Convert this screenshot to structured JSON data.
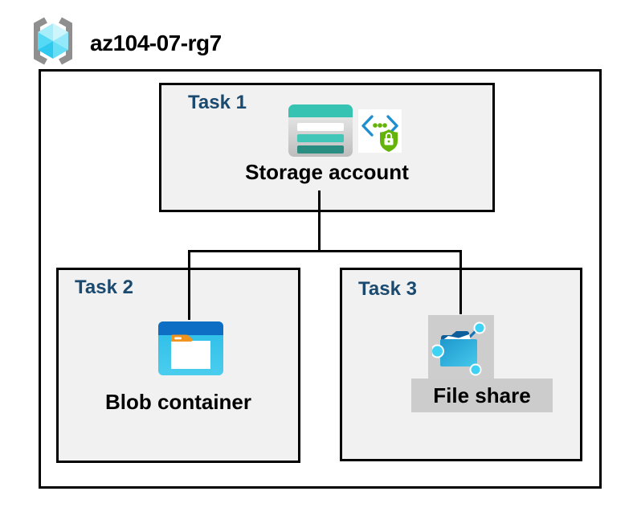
{
  "header": {
    "icon": "resource-group-icon",
    "resource_group_name": "az104-07-rg7"
  },
  "tasks": [
    {
      "label": "Task 1",
      "resource": "Storage account",
      "icons": [
        "storage-account-icon",
        "shared-access-signature-icon"
      ]
    },
    {
      "label": "Task 2",
      "resource": "Blob container",
      "icons": [
        "blob-container-icon"
      ]
    },
    {
      "label": "Task 3",
      "resource": "File share",
      "icons": [
        "file-share-icon"
      ]
    }
  ],
  "connections": [
    {
      "from": "Storage account",
      "to": "Blob container"
    },
    {
      "from": "Storage account",
      "to": "File share"
    }
  ],
  "colors": {
    "task_label": "#1b4a70",
    "box_fill": "#f1f1f1",
    "border": "#000000",
    "storage_teal": "#37c3b1",
    "storage_teal_dark": "#2a8d82",
    "blob_header_blue": "#0d6ec4",
    "blob_body_blue": "#33c3ea",
    "folder_tab_orange": "#f0941d",
    "file_share_folder_blue": "#1e97cd",
    "node_cyan": "#3fd2f4",
    "shield_green": "#64b307",
    "bracket_blue": "#1f8fd0",
    "rg_bracket_gray": "#8f8f8f",
    "rg_cube_cyan": "#49d6f4"
  }
}
